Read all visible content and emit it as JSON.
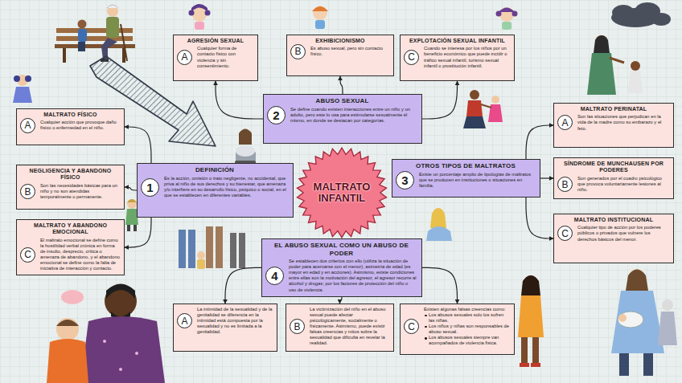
{
  "diagram": {
    "nodes": [
      {
        "text": [
          "AGRESIÓN SEXUAL",
          "Cualquier forma de contacto físico con violencia y sin consentimiento."
        ]
      },
      {
        "text": [
          "A"
        ],
        "in": 0
      },
      {
        "text": [
          "EXHIBICIONISMO",
          "Es abuso sexual, pero sin contacto físico."
        ]
      },
      {
        "text": [
          "B"
        ],
        "in": 2
      },
      {
        "text": [
          "EXPLOTACIÓN SEXUAL INFANTIL",
          "Cuando se interesa por los niños por un beneficio económico que puede incidir o tráfico sexual infantil, turismo sexual infantil o prostitución infantil."
        ]
      },
      {
        "text": [
          "C"
        ],
        "in": 4
      },
      {
        "text": [
          "ABUSO SEXUAL",
          "Se define cuando existen interacciones entre un niño y un adulto, pero este lo usa para estimularse sexualmente él mismo, en donde se destacan por categorías."
        ]
      },
      {
        "text": [
          "2"
        ],
        "in": 6
      },
      {
        "text": [
          "MALTRATO FÍSICO",
          "Cualquier acción que provoque daño físico o enfermedad en el niño."
        ]
      },
      {
        "text": [
          "A"
        ],
        "in": 8
      },
      {
        "text": [
          "MALTRATO PERINATAL",
          "Son las situaciones que perjudican en la vida de la madre como su embarazo y el feto."
        ]
      },
      {
        "text": [
          "A"
        ],
        "in": 10
      },
      {
        "text": [
          "NEGLIGENCIA Y ABANDONO FÍSICO",
          "Son las necesidades básicas para un niño y no son atendidas temporalmente o permanente."
        ]
      },
      {
        "text": [
          "B"
        ],
        "in": 12
      },
      {
        "text": [
          "DEFINICIÓN",
          "Es la acción, omisión o trato negligente, no accidental, que priva al niño de sus derechos y su bienestar, que amenaza y/o interfiere en su desarrollo físico, psíquico o social, en el que se establecen en diferentes variables."
        ]
      },
      {
        "text": [
          "1"
        ],
        "in": 14
      },
      {
        "text": [
          "MALTRATO INFANTIL"
        ]
      },
      {
        "text": [
          "OTROS TIPOS DE MALTRATOS",
          "Existe un porcentaje amplio de tipologías de maltratos que se producen en instituciones o situaciones en familia."
        ]
      },
      {
        "text": [
          "3"
        ],
        "in": 17
      },
      {
        "text": [
          "SÍNDROME DE MUNCHAUSEN POR PODERES",
          "Son generados por el cuadro psicológico que provoca voluntariamente lesiones al niño."
        ]
      },
      {
        "text": [
          "B"
        ],
        "in": 19
      },
      {
        "text": [
          "MALTRATO Y ABANDONO EMOCIONAL",
          "El maltrato emocional se define como la hostilidad verbal crónica en forma de insulto, desprecio, crítica o amenaza de abandono, y el abandono emocional se define como la falta de iniciativa de interacción y contacto."
        ]
      },
      {
        "text": [
          "C"
        ],
        "in": 21
      },
      {
        "text": [
          "MALTRATO INSTITUCIONAL",
          "Cualquier tipo de acción por los poderes públicos o privados que vulnere los derechos básicos del menor."
        ]
      },
      {
        "text": [
          "C"
        ],
        "in": 23
      },
      {
        "text": [
          "EL ABUSO SEXUAL COMO UN ABUSO DE PODER",
          "Se establecen dos criterios con ello (utiliza la situación de poder para acercarse con el menor), asimetría de edad (es mayor en edad y en acciones). Asimismo, existe condiciones entre ellas son la motivación del agresor, el agresor recurre al alcohol y drogas; por los factores de protección del niño o uso de violencia."
        ]
      },
      {
        "text": [
          "4"
        ],
        "in": 25
      },
      {
        "text": [
          "La intimidad de la sexualidad y de la genitalidad se diferencia en la intimidad está compuesta por la sexualidad y no es limitada a la genitalidad."
        ]
      },
      {
        "text": [
          "A"
        ],
        "in": 27
      },
      {
        "text": [
          "La victimización del niño en el abuso sexual puede afectar psicológicamente, socialmente o físicamente. Asimismo, puede existir falsas creencias y mitos sobre la sexualidad que dificulta en revelar la realidad."
        ]
      },
      {
        "text": [
          "B"
        ],
        "in": 29
      },
      {
        "text": [
          "Existen algunas falsas creencias como:",
          "Los abusos sexuales solo los sufren las niñas.",
          "Los niños y niñas son responsables de abuso sexual.",
          "Los abusos sexuales siempre van acompañados de violencia física."
        ]
      },
      {
        "text": [
          "C"
        ],
        "in": 31
      }
    ],
    "edges": [
      {
        "from": 6,
        "to": 0,
        "arrow": "to"
      },
      {
        "from": 6,
        "to": 2,
        "arrow": "to"
      },
      {
        "from": 6,
        "to": 4,
        "arrow": "to"
      },
      {
        "from": 14,
        "to": 8,
        "arrow": "to"
      },
      {
        "from": 14,
        "to": 12,
        "arrow": "to"
      },
      {
        "from": 14,
        "to": 21,
        "arrow": "to"
      },
      {
        "from": 17,
        "to": 10,
        "arrow": "to"
      },
      {
        "from": 17,
        "to": 19,
        "arrow": "to"
      },
      {
        "from": 17,
        "to": 23,
        "arrow": "to"
      },
      {
        "from": 25,
        "to": 27,
        "arrow": "to"
      },
      {
        "from": 25,
        "to": 29,
        "arrow": "to"
      },
      {
        "from": 25,
        "to": 31,
        "arrow": "to"
      }
    ]
  }
}
